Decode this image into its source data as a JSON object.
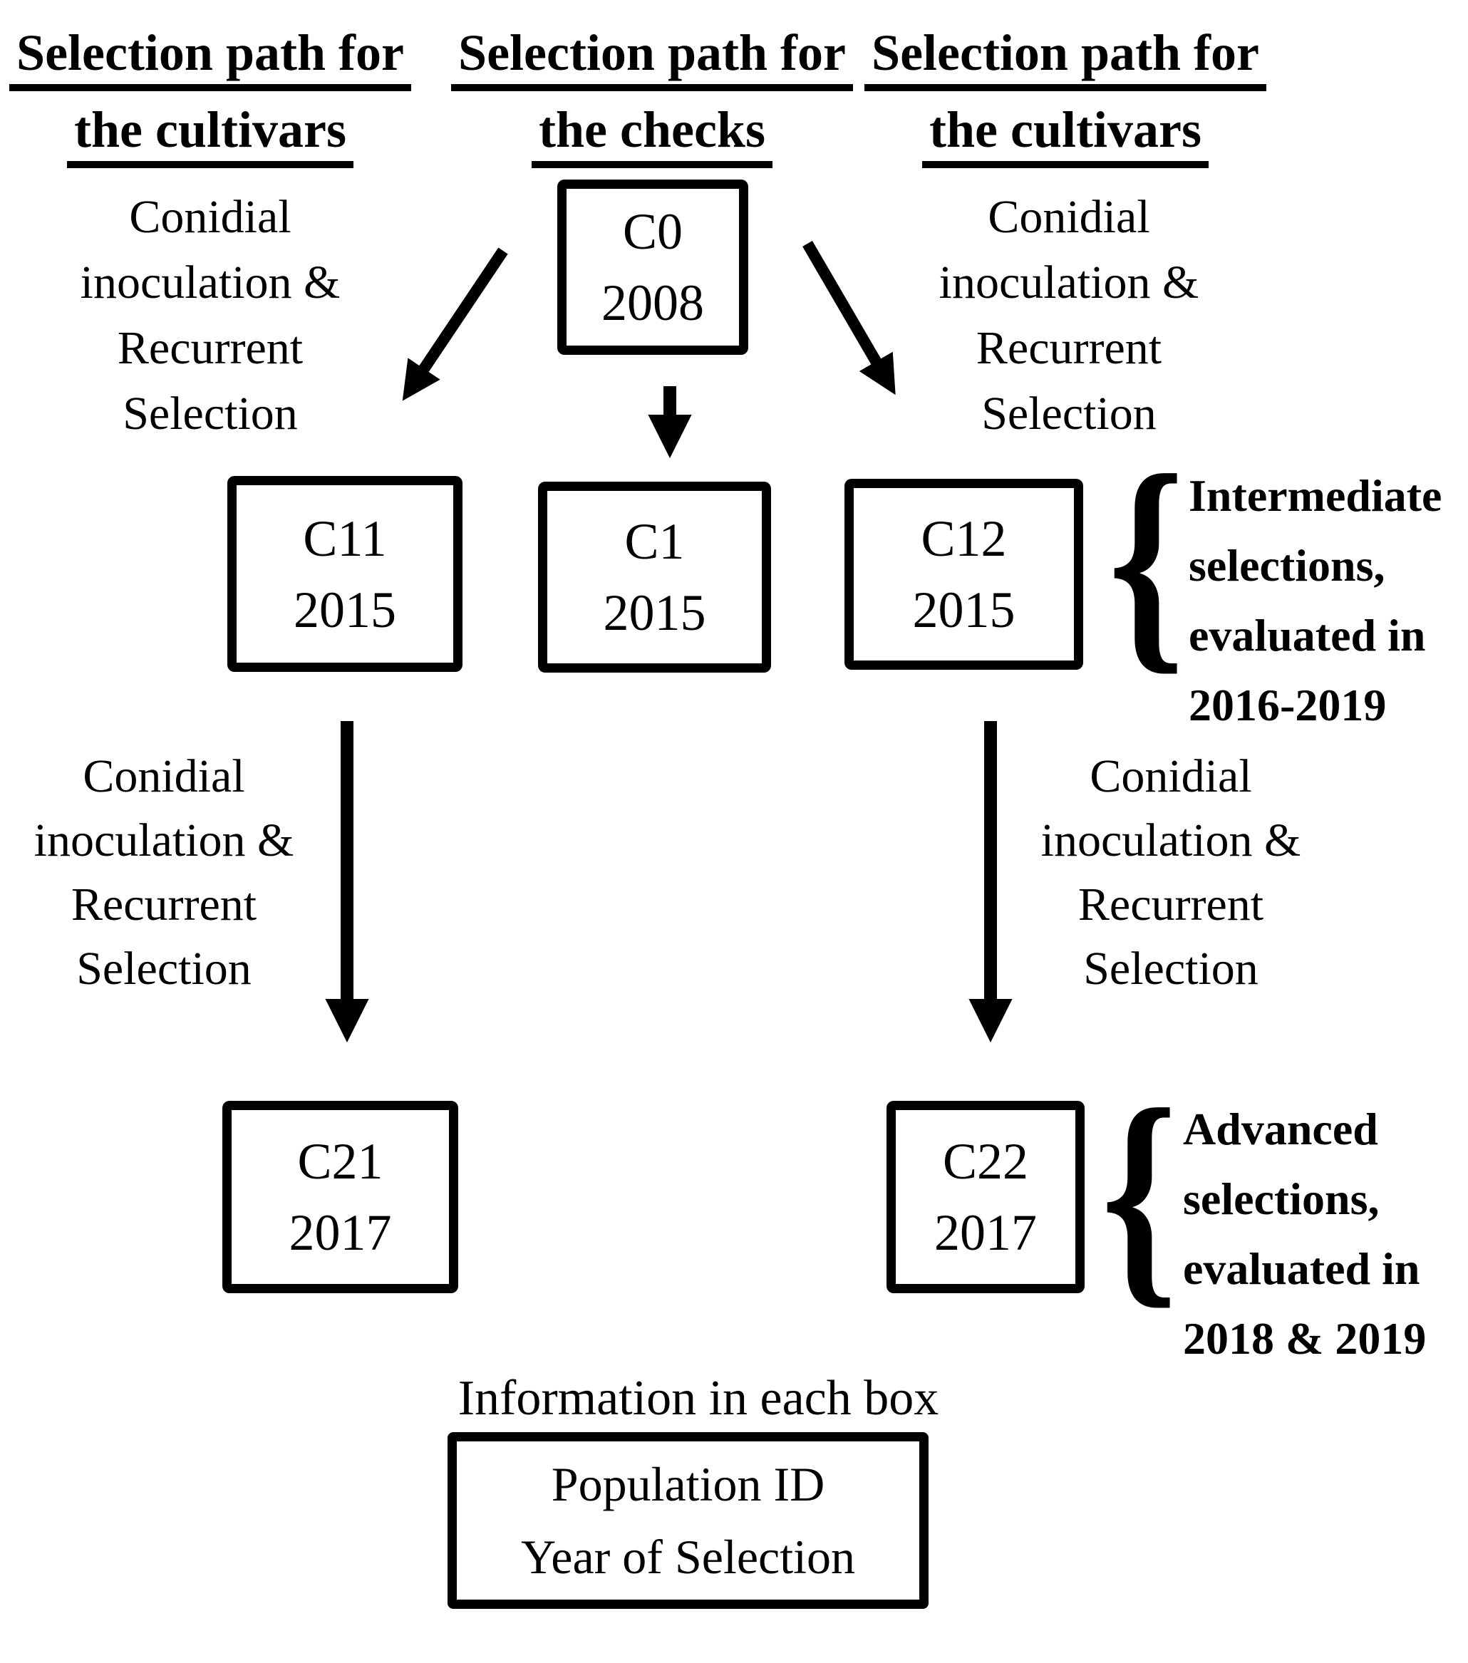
{
  "figure": {
    "ink_color": "#000000",
    "background_color": "#ffffff"
  },
  "headers": {
    "left": {
      "line1": "Selection path for",
      "line2": "the cultivars"
    },
    "center": {
      "line1": "Selection path for",
      "line2": "the checks"
    },
    "right": {
      "line1": "Selection path for",
      "line2": "the cultivars"
    }
  },
  "process_label": {
    "line1": "Conidial",
    "line2": "inoculation &",
    "line3": "Recurrent",
    "line4": "Selection"
  },
  "nodes": {
    "c0": {
      "id": "C0",
      "year": "2008"
    },
    "c11": {
      "id": "C11",
      "year": "2015"
    },
    "c1": {
      "id": "C1",
      "year": "2015"
    },
    "c12": {
      "id": "C12",
      "year": "2015"
    },
    "c21": {
      "id": "C21",
      "year": "2017"
    },
    "c22": {
      "id": "C22",
      "year": "2017"
    }
  },
  "annotations": {
    "intermediate": {
      "brace": "{",
      "line1": "Intermediate",
      "line2": "selections,",
      "line3": "evaluated in",
      "line4": "2016-2019"
    },
    "advanced": {
      "brace": "{",
      "line1": "Advanced",
      "line2": "selections,",
      "line3": "evaluated in",
      "line4": "2018 & 2019"
    }
  },
  "legend": {
    "title": "Information in each box",
    "box_line1": "Population ID",
    "box_line2": "Year of Selection"
  }
}
